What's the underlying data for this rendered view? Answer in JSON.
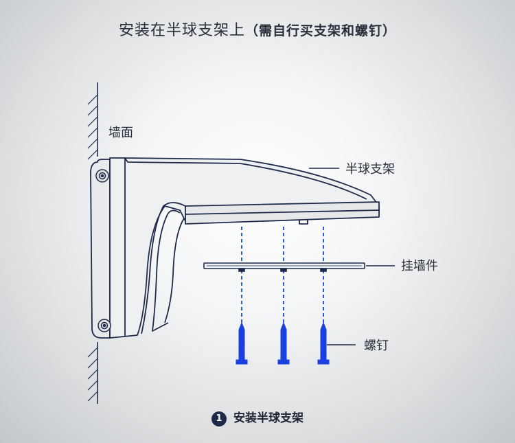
{
  "title": {
    "main": "安装在半球支架上",
    "note": "（需自行买支架和螺钉）"
  },
  "labels": {
    "wall": "墙面",
    "bracket": "半球支架",
    "mount_plate": "挂墙件",
    "screws": "螺钉"
  },
  "step": {
    "number": "1",
    "text": "安装半球支架"
  },
  "colors": {
    "line": "#1e2a4a",
    "screw": "#1a3fe0",
    "dash": "#2f55e8"
  }
}
